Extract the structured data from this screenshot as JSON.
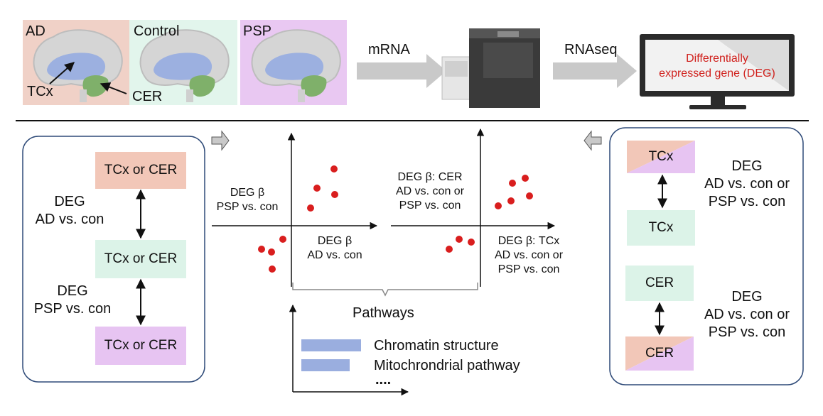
{
  "top": {
    "panels": [
      {
        "label": "AD",
        "color": "#f0d1c7"
      },
      {
        "label": "Control",
        "color": "#e2f5ec"
      },
      {
        "label": "PSP",
        "color": "#e9c8f2"
      }
    ],
    "region_labels": {
      "tcx": "TCx",
      "cer": "CER"
    },
    "arrow1_label": "mRNA",
    "arrow2_label": "RNAseq",
    "monitor_text_line1": "Differentially",
    "monitor_text_line2": "expressed gene (DEG)"
  },
  "left_panel": {
    "box_top": "TCx or CER",
    "box_mid": "TCx or CER",
    "box_bot": "TCx or CER",
    "deg1_line1": "DEG",
    "deg1_line2": "AD vs. con",
    "deg2_line1": "DEG",
    "deg2_line2": "PSP vs. con"
  },
  "scatter1": {
    "ylabel_line1": "DEG β",
    "ylabel_line2": "PSP vs. con",
    "xlabel_line1": "DEG β",
    "xlabel_line2": "AD vs. con"
  },
  "scatter2": {
    "ylabel_line1": "DEG β: CER",
    "ylabel_line2": "AD vs. con or",
    "ylabel_line3": "PSP vs. con",
    "xlabel_line1": "DEG β: TCx",
    "xlabel_line2": "AD vs. con or",
    "xlabel_line3": "PSP vs. con"
  },
  "pathways": {
    "title": "Pathways",
    "item1": "Chromatin structure",
    "item2": "Mitochrondrial pathway",
    "more": "...."
  },
  "right_panel": {
    "box1": "TCx",
    "box2": "TCx",
    "box3": "CER",
    "box4": "CER",
    "deg1_line1": "DEG",
    "deg1_line2": "AD vs. con or",
    "deg1_line3": "PSP vs. con",
    "deg2_line1": "DEG",
    "deg2_line2": "AD vs. con or",
    "deg2_line3": "PSP vs. con"
  },
  "colors": {
    "ad": "#f0d1c7",
    "control": "#e2f5ec",
    "psp": "#e9c8f2",
    "box_ad": "#f2c7b8",
    "box_con": "#dcf3e8",
    "box_psp": "#e7c4f2",
    "tcx_blue": "#9cb0e0",
    "cer_green": "#7fb06a",
    "dot_red": "#d91e1e",
    "bar_blue": "#9aaedf",
    "panel_border": "#2e4a78",
    "arrow_gray": "#c9c9c9",
    "monitor_text": "#d0201c"
  }
}
